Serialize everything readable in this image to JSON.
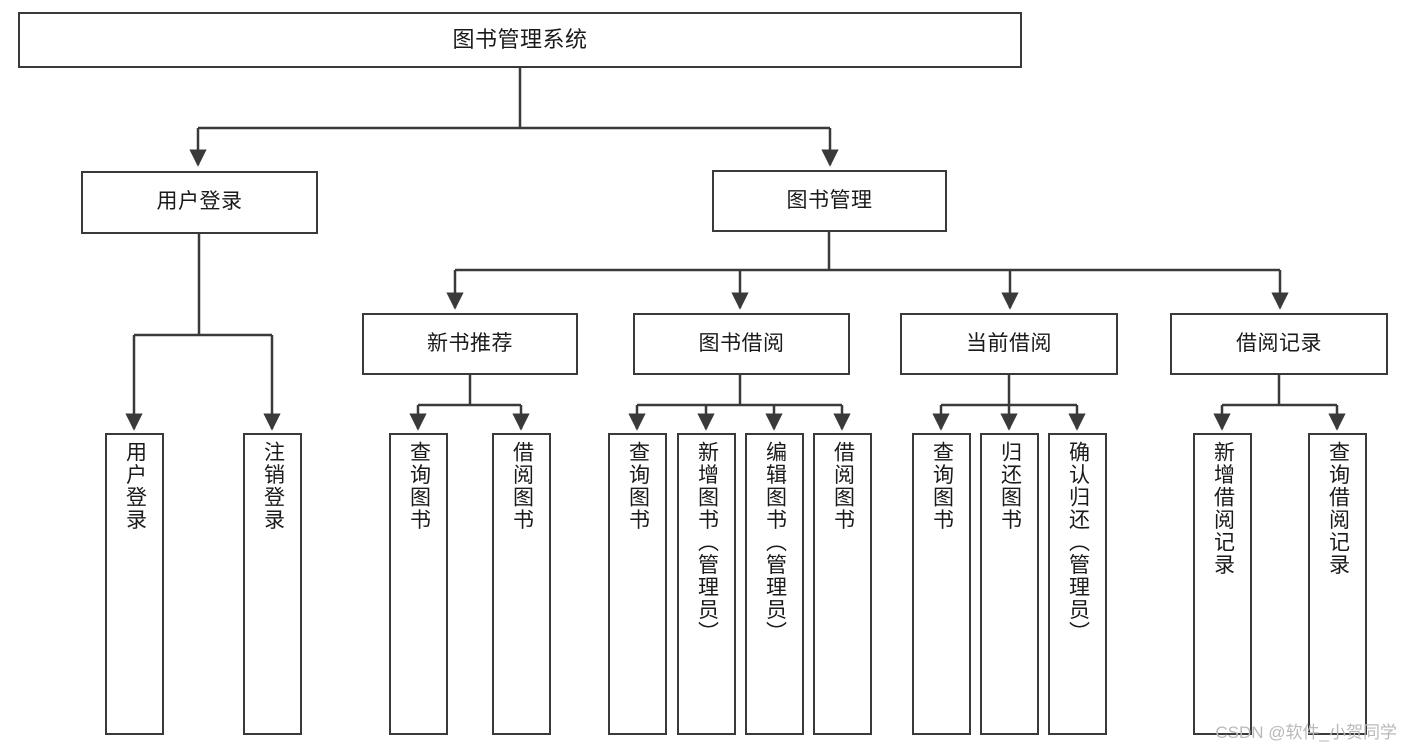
{
  "diagram": {
    "title": "图书管理系统",
    "type": "tree-hierarchy-chart",
    "watermark": "CSDN @软件_小贺同学",
    "colors": {
      "stroke": "#3a3a3a",
      "fill": "#ffffff",
      "text": "#1a1a1a",
      "watermark": "#b9b9b9"
    },
    "nodes": {
      "root": {
        "label": "图书管理系统"
      },
      "level1": [
        {
          "label": "用户登录"
        },
        {
          "label": "图书管理"
        }
      ],
      "level2": [
        {
          "label": "新书推荐"
        },
        {
          "label": "图书借阅"
        },
        {
          "label": "当前借阅"
        },
        {
          "label": "借阅记录"
        }
      ],
      "leaves": {
        "user_login": [
          {
            "label": "用户登录"
          },
          {
            "label": "注销登录"
          }
        ],
        "new_book_recommend": [
          {
            "label": "查询图书"
          },
          {
            "label": "借阅图书"
          }
        ],
        "book_borrow": [
          {
            "label": "查询图书"
          },
          {
            "label": "新增图书（管理员）"
          },
          {
            "label": "编辑图书（管理员）"
          },
          {
            "label": "借阅图书"
          }
        ],
        "current_borrow": [
          {
            "label": "查询图书"
          },
          {
            "label": "归还图书"
          },
          {
            "label": "确认归还（管理员）"
          }
        ],
        "borrow_record": [
          {
            "label": "新增借阅记录"
          },
          {
            "label": "查询借阅记录"
          }
        ]
      }
    }
  }
}
